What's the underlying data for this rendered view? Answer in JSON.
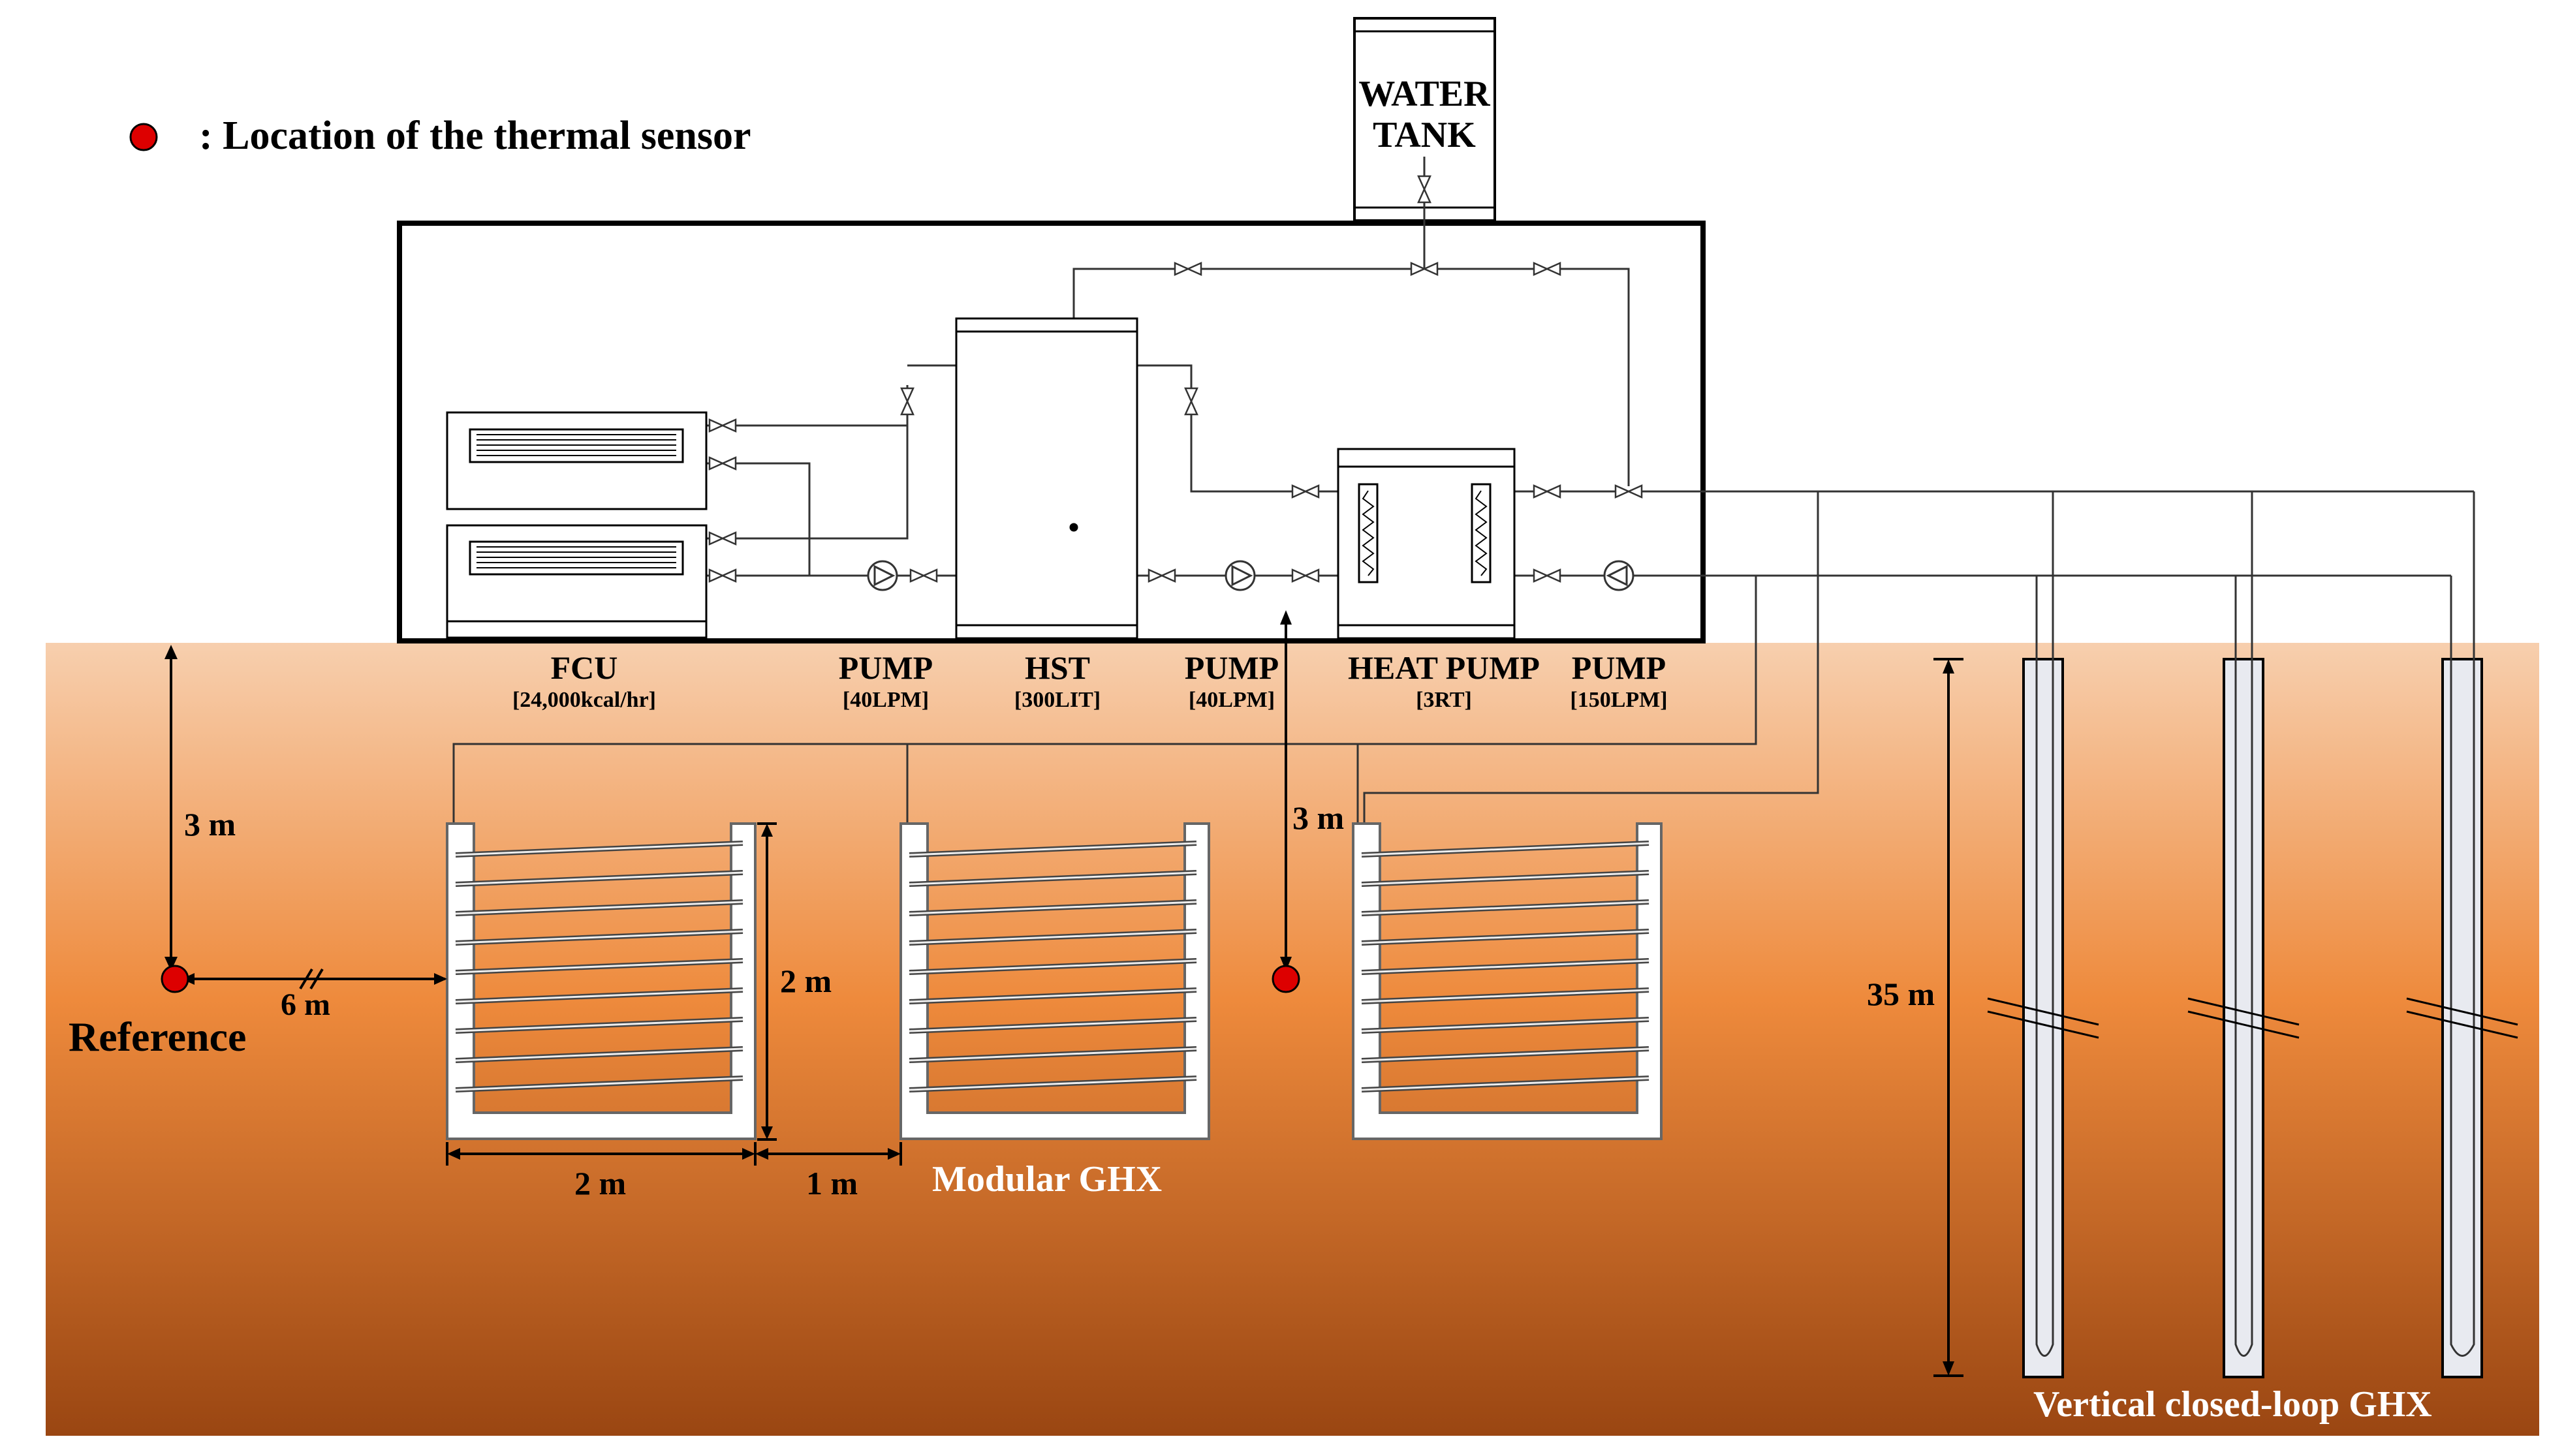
{
  "legend": {
    "text": ":  Location of the thermal sensor"
  },
  "water_tank": {
    "line1": "WATER",
    "line2": "TANK"
  },
  "components": [
    {
      "name": "FCU",
      "spec": "[24,000kcal/hr]"
    },
    {
      "name": "PUMP",
      "spec": "[40LPM]"
    },
    {
      "name": "HST",
      "spec": "[300LIT]"
    },
    {
      "name": "PUMP",
      "spec": "[40LPM]"
    },
    {
      "name": "HEAT PUMP",
      "spec": "[3RT]"
    },
    {
      "name": "PUMP",
      "spec": "[150LPM]"
    }
  ],
  "dimensions": {
    "reference_depth": "3 m",
    "reference_distance": "6 m",
    "module_height": "2 m",
    "module_width": "2 m",
    "module_gap": "1 m",
    "sensor_depth": "3 m",
    "vertical_depth": "35 m"
  },
  "labels": {
    "reference": "Reference",
    "modular_ghx": "Modular GHX",
    "vertical_ghx": "Vertical closed-loop GHX"
  },
  "colors": {
    "sensor": "#dd0000",
    "ground_top": "#f7cfae",
    "ground_mid": "#ee8a3c",
    "ground_bottom": "#9a4612"
  }
}
